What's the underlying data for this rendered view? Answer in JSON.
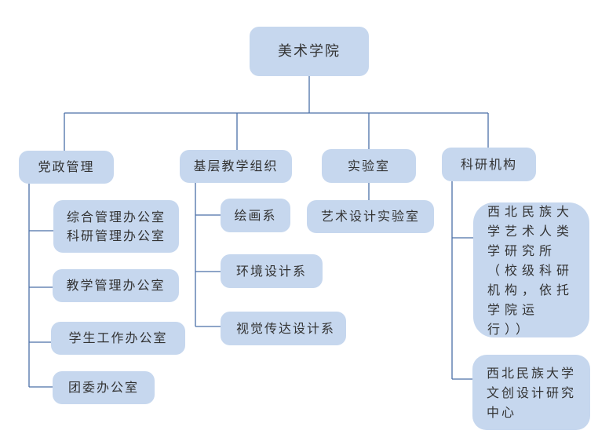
{
  "root": "美术学院",
  "branches": [
    {
      "label": "党政管理",
      "children": [
        "综合管理办公室",
        "科研管理办公室",
        "教学管理办公室",
        "学生工作办公室",
        "团委办公室"
      ]
    },
    {
      "label": "基层教学组织",
      "children": [
        "绘画系",
        "环境设计系",
        "视觉传达设计系"
      ]
    },
    {
      "label": "实验室",
      "children": [
        "艺术设计实验室"
      ]
    },
    {
      "label": "科研机构",
      "children": [
        "西北民族大学艺术人类学研究所（校级科研机构，依托学院运行））",
        "西北民族大学文创设计研究中心"
      ]
    }
  ],
  "colors": {
    "box": "#c6d7ee",
    "line": "#4a6fa8"
  }
}
